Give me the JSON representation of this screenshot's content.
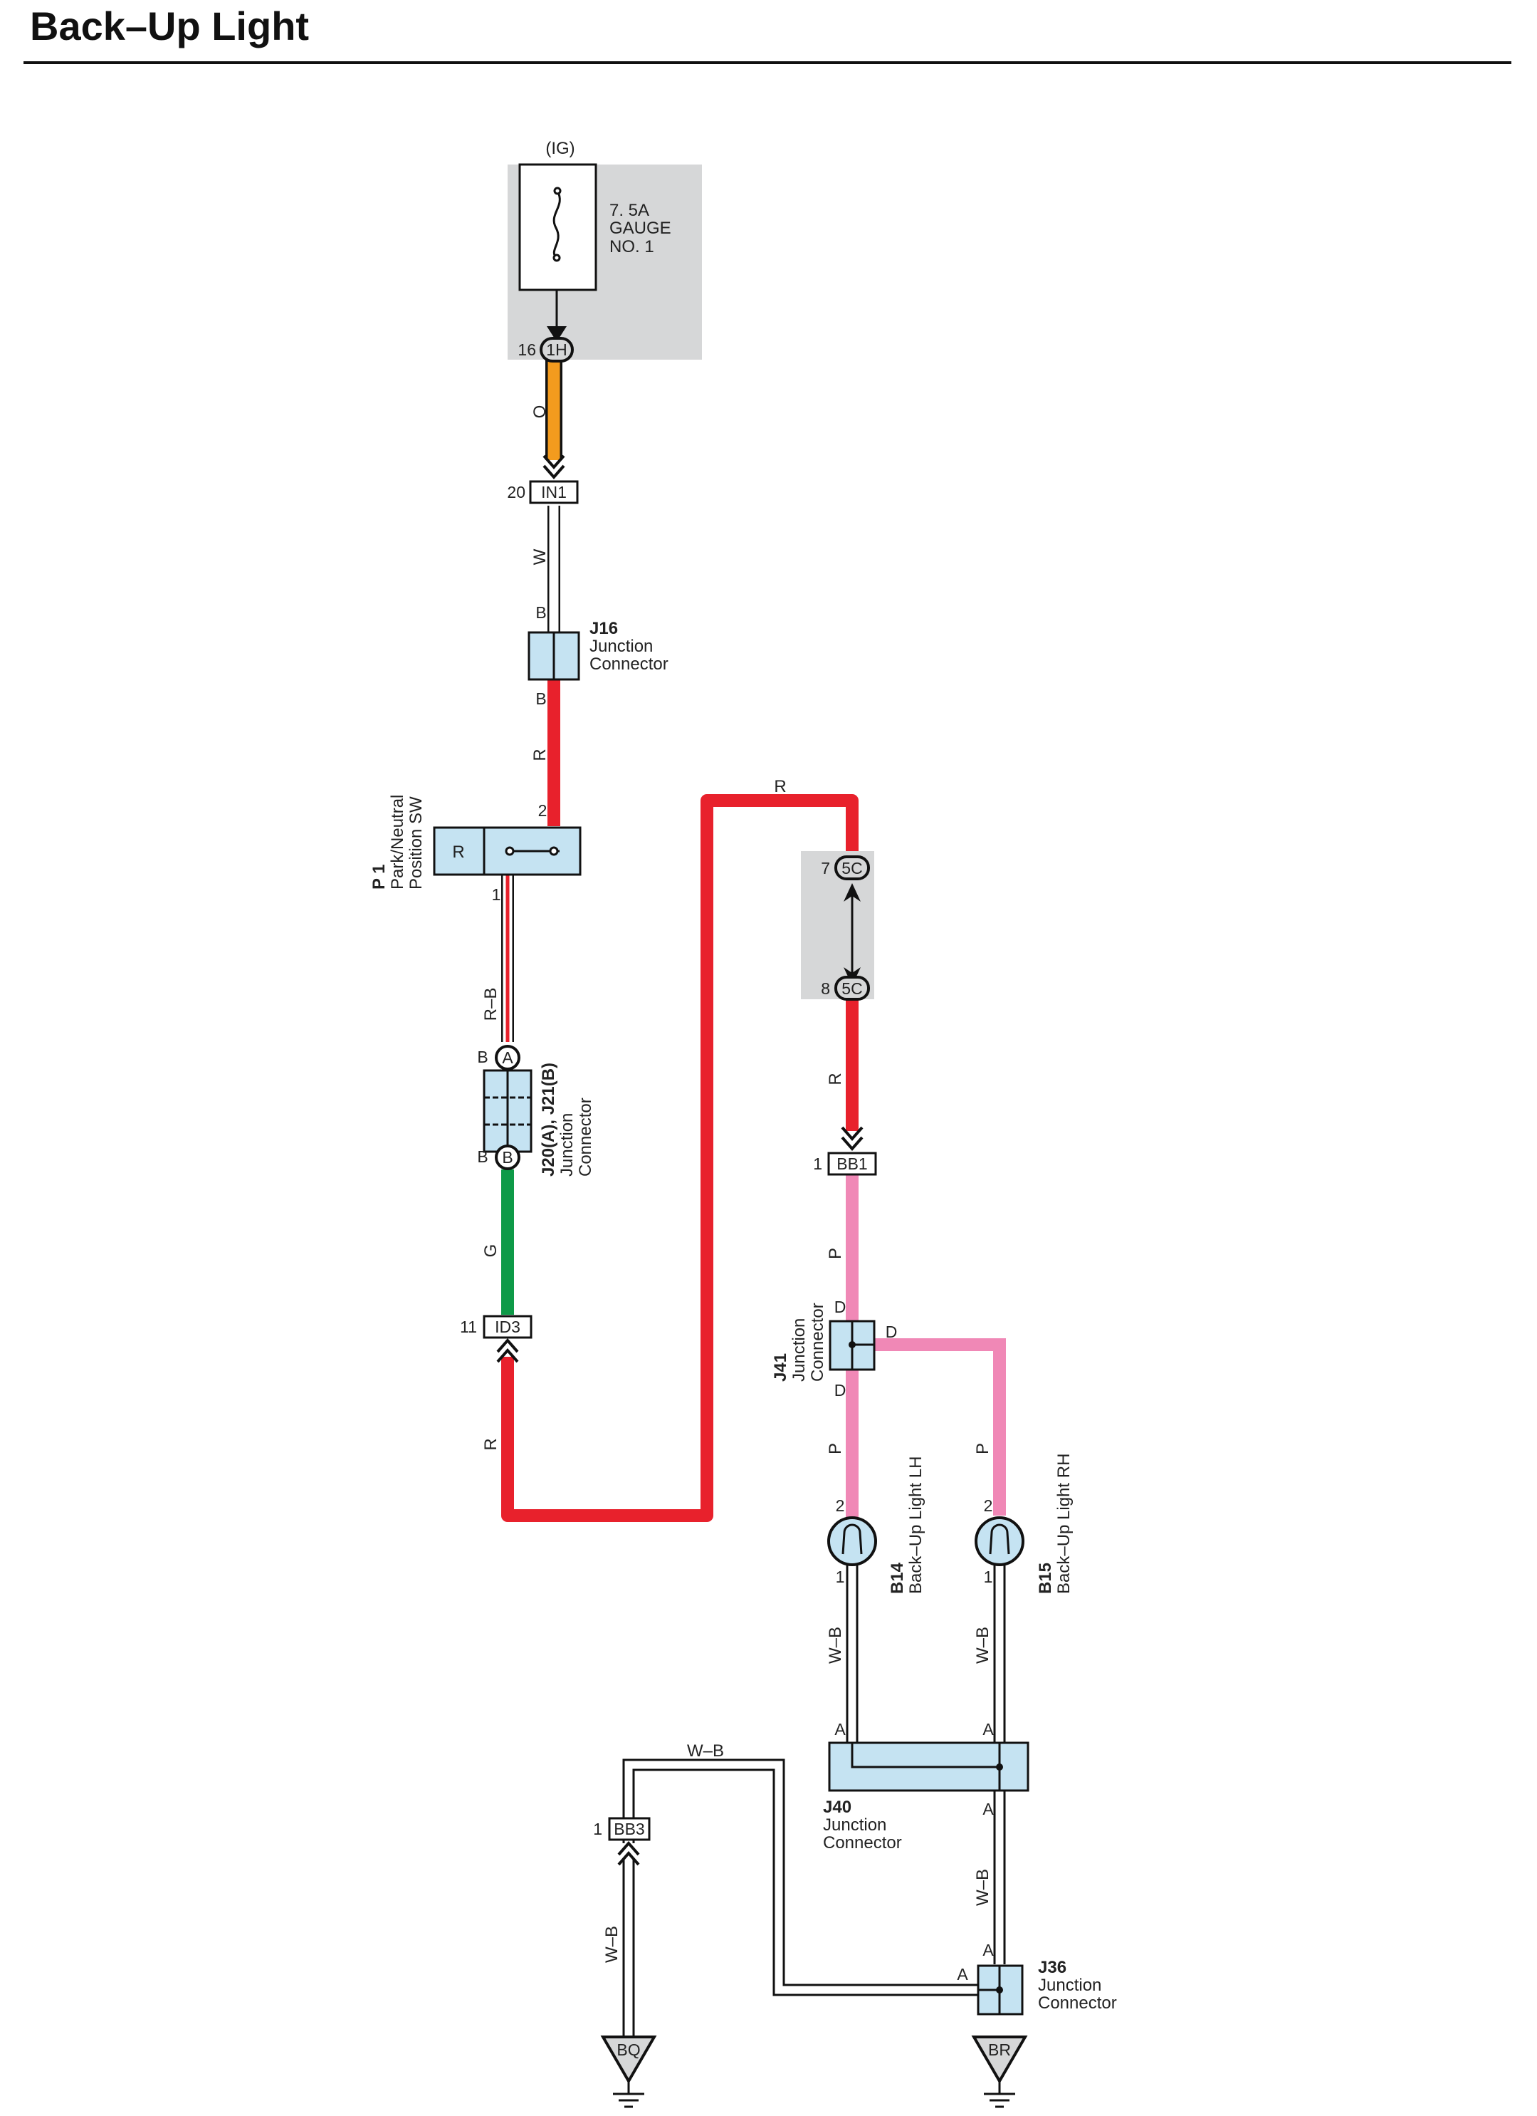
{
  "title": "Back–Up Light",
  "colors": {
    "O": "#f39b1e",
    "W": "#ffffff",
    "R": "#e8212c",
    "R-B": "#e8212c",
    "G": "#0e9a48",
    "P": "#f088b6",
    "W-B": "#ffffff",
    "connector_fill": "#c5e3f2",
    "shade": "#d6d7d8"
  },
  "fuse": {
    "group": "(IG)",
    "label_lines": [
      "7. 5A",
      "GAUGE",
      "NO. 1"
    ],
    "pin": "16",
    "connector": "1H"
  },
  "connectors": {
    "IN1": {
      "pin": "20",
      "name": "IN1"
    },
    "ID3": {
      "pin": "11",
      "name": "ID3"
    },
    "BB1": {
      "pin": "1",
      "name": "BB1"
    },
    "BB3": {
      "pin": "1",
      "name": "BB3"
    },
    "5C_top": {
      "pin": "7",
      "name": "5C"
    },
    "5C_bottom": {
      "pin": "8",
      "name": "5C"
    }
  },
  "wire_labels": {
    "o_fuse": "O",
    "w_in1": "W",
    "r_j16": "R",
    "rb_p1": "R–B",
    "g_j20": "G",
    "r_id3": "R",
    "r_top": "R",
    "r_5c": "R",
    "p_bb1": "P",
    "p_b14": "P",
    "p_b15": "P",
    "wb_b14": "W–B",
    "wb_b15": "W–B",
    "wb_j40": "W–B",
    "wb_top": "W–B",
    "wb_bb3": "W–B"
  },
  "j16": {
    "id": "J16",
    "lines": [
      "Junction",
      "Connector"
    ],
    "pin_top": "B",
    "pin_bottom": "B"
  },
  "p1": {
    "id": "P 1",
    "lines": [
      "Park/Neutral",
      "Position SW"
    ],
    "contact": "R",
    "pin_out": "1",
    "pin_in": "2"
  },
  "j20": {
    "id": "J20(A), J21(B)",
    "lines": [
      "Junction",
      "Connector"
    ],
    "pin_top": "B",
    "pin_bottom": "B",
    "tag_top": "A",
    "tag_bottom": "B"
  },
  "j41": {
    "id": "J41",
    "lines": [
      "Junction",
      "Connector"
    ],
    "pin_top": "D",
    "pin_right": "D",
    "pin_bottom": "D"
  },
  "b14": {
    "id": "B14",
    "name": "Back–Up Light LH",
    "pin_top": "2",
    "pin_bottom": "1"
  },
  "b15": {
    "id": "B15",
    "name": "Back–Up Light RH",
    "pin_top": "2",
    "pin_bottom": "1"
  },
  "j40": {
    "id": "J40",
    "lines": [
      "Junction",
      "Connector"
    ],
    "pin_a_left": "A",
    "pin_a_right": "A",
    "pin_a_bottom": "A"
  },
  "j36": {
    "id": "J36",
    "lines": [
      "Junction",
      "Connector"
    ],
    "pin_top": "A",
    "pin_left": "A"
  },
  "grounds": {
    "left": "BQ",
    "right": "BR"
  }
}
